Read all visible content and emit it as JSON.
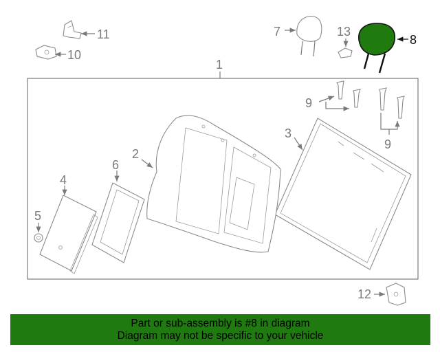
{
  "diagram": {
    "highlight_color": "#1f7a10",
    "callouts": {
      "c1": "1",
      "c2": "2",
      "c3": "3",
      "c4": "4",
      "c5": "5",
      "c6": "6",
      "c7": "7",
      "c8": "8",
      "c9a": "9",
      "c9b": "9",
      "c10": "10",
      "c11": "11",
      "c12": "12",
      "c13": "13"
    }
  },
  "banner": {
    "line1": "Part or sub-assembly is #8 in diagram",
    "line2": "Diagram may not be specific to your vehicle",
    "background": "#1f7a10"
  }
}
